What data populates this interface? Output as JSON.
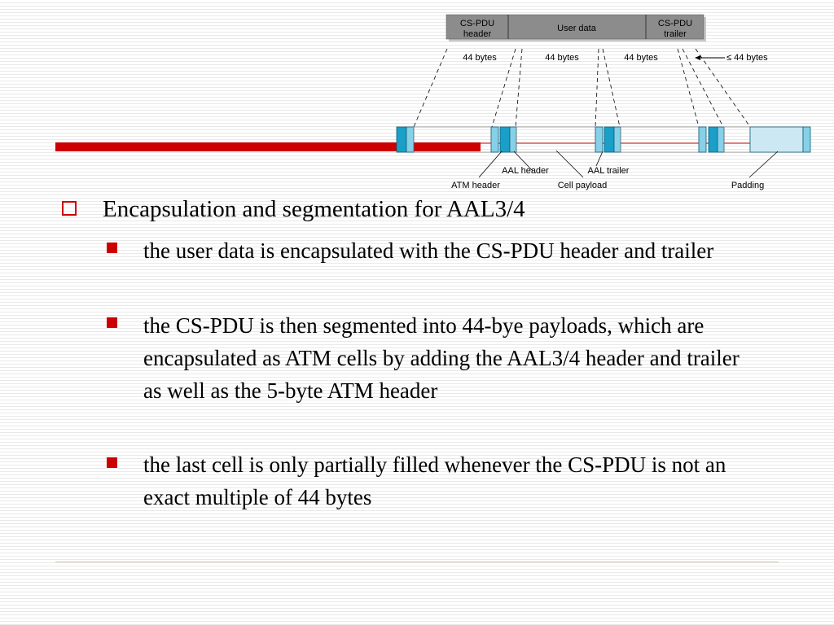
{
  "diagram": {
    "pdu": {
      "header": [
        "CS-PDU",
        "header"
      ],
      "user_data": "User data",
      "trailer": [
        "CS-PDU",
        "trailer"
      ]
    },
    "segment_sizes": [
      "44 bytes",
      "44 bytes",
      "44 bytes",
      "≤ 44 bytes"
    ],
    "cell_labels": {
      "aal_header": "AAL header",
      "aal_trailer": "AAL trailer",
      "atm_header": "ATM header",
      "cell_payload": "Cell payload",
      "padding": "Padding"
    },
    "colors": {
      "pdu_fill": "#8c8c8c",
      "atm_header": "#1a9fc8",
      "aal_field": "#86d0e8",
      "padding": "#cce9f3",
      "red_bar": "#cc0000"
    }
  },
  "content": {
    "title": "Encapsulation and segmentation for AAL3/4",
    "bullets": [
      "the user data is encapsulated with the CS-PDU header and trailer",
      "the CS-PDU is then segmented into 44-bye payloads, which are encapsulated as ATM cells by adding the AAL3/4 header and trailer as well as the 5-byte ATM header",
      "the last cell is only partially filled whenever the CS-PDU is not an exact multiple of 44 bytes"
    ]
  }
}
